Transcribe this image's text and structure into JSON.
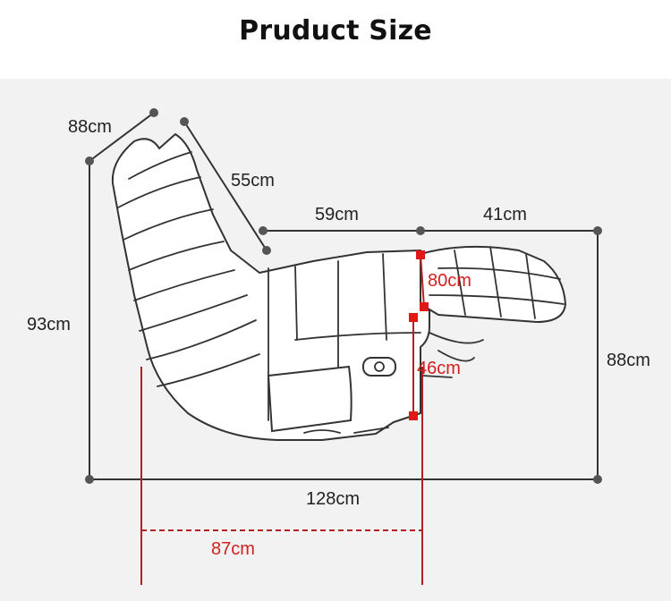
{
  "title": "Pruduct Size",
  "dimensions": {
    "back_width": "88cm",
    "back_length": "55cm",
    "seat_depth": "59cm",
    "footrest_length": "41cm",
    "overall_height": "93cm",
    "front_height": "88cm",
    "total_length": "128cm",
    "base_length": "87cm",
    "armrest_height": "80cm",
    "seat_height": "46cm"
  },
  "colors": {
    "line": "#333333",
    "marker": "#555555",
    "accent": "#d22020",
    "background": "#f2f2f2"
  }
}
